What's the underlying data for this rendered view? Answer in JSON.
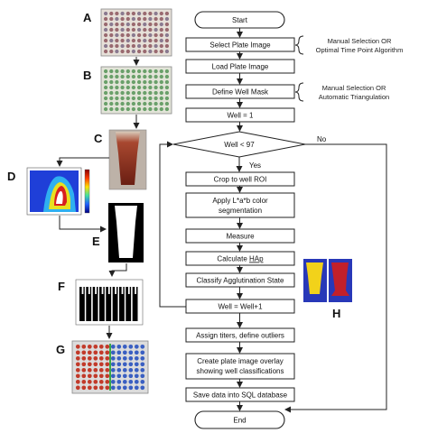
{
  "flowchart": {
    "start": "Start",
    "select_plate": "Select Plate Image",
    "load_plate": "Load Plate Image",
    "define_mask": "Define Well Mask",
    "well_init": "Well = 1",
    "decision": "Well < 97",
    "yes": "Yes",
    "no": "No",
    "crop": "Crop to well ROI",
    "color_seg_1": "Apply L*a*b color",
    "color_seg_2": "segmentation",
    "measure": "Measure",
    "calc_prefix": "Calculate ",
    "calc_var": "HAp",
    "classify": "Classify Agglutination State",
    "increment": "Well = Well+1",
    "assign": "Assign titers, define outliers",
    "overlay_1": "Create plate image overlay",
    "overlay_2": "showing well classifications",
    "save": "Save data into SQL database",
    "end": "End"
  },
  "notes": {
    "select_1": "Manual Selection OR",
    "select_2": "Optimal Time Point Algorithm",
    "mask_1": "Manual Selection OR",
    "mask_2": "Automatic Triangulation"
  },
  "panel_labels": {
    "a": "A",
    "b": "B",
    "c": "C",
    "d": "D",
    "e": "E",
    "f": "F",
    "g": "G",
    "h": "H"
  },
  "colors": {
    "line": "#222222",
    "red_well": "#c23a2a",
    "blue_well": "#3a5fc2",
    "green_divider": "#3aa84a",
    "heat_blue": "#1f3fd8",
    "heat_red": "#d81f1f",
    "yellow_mask": "#f2d21a"
  }
}
